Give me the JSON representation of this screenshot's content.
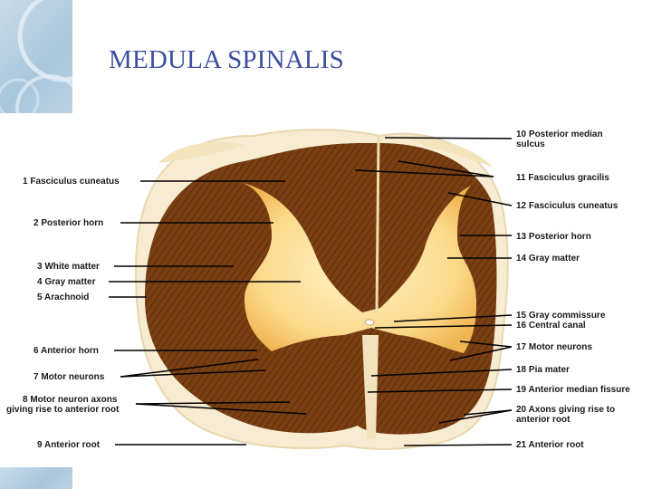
{
  "title": "MEDULA SPINALIS",
  "colors": {
    "title": "#3d4fa0",
    "white_matter": "#7a3f12",
    "gray_matter": "#f5c368",
    "background_deco": "#a9c6dc"
  },
  "labels_left": [
    {
      "id": "1",
      "text": "1 Fasciculus cuneatus"
    },
    {
      "id": "2",
      "text": "2 Posterior horn"
    },
    {
      "id": "3",
      "text": "3 White matter"
    },
    {
      "id": "4",
      "text": "4 Gray matter"
    },
    {
      "id": "5",
      "text": "5 Arachnoid"
    },
    {
      "id": "6",
      "text": "6 Anterior horn"
    },
    {
      "id": "7",
      "text": "7 Motor neurons"
    },
    {
      "id": "8a",
      "text": "8 Motor neuron axons"
    },
    {
      "id": "8b",
      "text": "giving rise to anterior root"
    },
    {
      "id": "9",
      "text": "9 Anterior root"
    }
  ],
  "labels_right": [
    {
      "id": "10a",
      "text": "10 Posterior median"
    },
    {
      "id": "10b",
      "text": "sulcus"
    },
    {
      "id": "11",
      "text": "11 Fasciculus gracilis"
    },
    {
      "id": "12",
      "text": "12 Fasciculus cuneatus"
    },
    {
      "id": "13",
      "text": "13 Posterior horn"
    },
    {
      "id": "14",
      "text": "14 Gray matter"
    },
    {
      "id": "15",
      "text": "15 Gray commissure"
    },
    {
      "id": "16",
      "text": "16 Central canal"
    },
    {
      "id": "17",
      "text": "17 Motor neurons"
    },
    {
      "id": "18",
      "text": "18 Pia mater"
    },
    {
      "id": "19",
      "text": "19 Anterior median fissure"
    },
    {
      "id": "20a",
      "text": "20 Axons giving rise to"
    },
    {
      "id": "20b",
      "text": "anterior root"
    },
    {
      "id": "21",
      "text": "21 Anterior root"
    }
  ]
}
